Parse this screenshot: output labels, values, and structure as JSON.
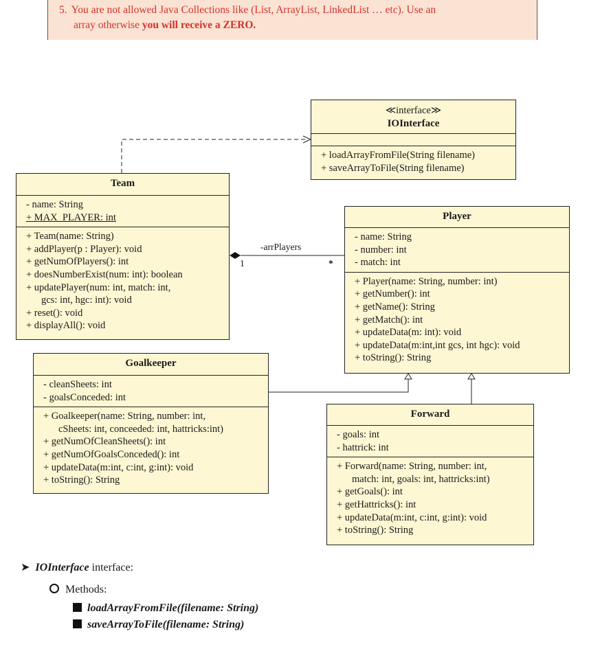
{
  "note": {
    "number": "5.",
    "line1": "You are not allowed Java Collections like (List, ArrayList, LinkedList … etc). Use an",
    "line2_plain": "array otherwise ",
    "line2_bold": "you will receive a ZERO."
  },
  "ioi": {
    "stereotype": "≪interface≫",
    "name": "IOInterface",
    "methods": [
      "+ loadArrayFromFile(String filename)",
      "+ saveArrayToFile(String filename)"
    ]
  },
  "team": {
    "name": "Team",
    "attrs": [
      "- name: String",
      "+ MAX_PLAYER: int"
    ],
    "methods": [
      "+ Team(name: String)",
      "+ addPlayer(p : Player): void",
      "+ getNumOfPlayers(): int",
      "+ doesNumberExist(num: int): boolean",
      "+ updatePlayer(num: int, match: int,",
      "gcs: int, hgc: int): void",
      "+ reset(): void",
      "+ displayAll(): void"
    ]
  },
  "player": {
    "name": "Player",
    "attrs": [
      "- name: String",
      "- number: int",
      "- match: int"
    ],
    "methods": [
      "+ Player(name: String, number: int)",
      "+ getNumber(): int",
      "+ getName(): String",
      "+ getMatch(): int",
      "+ updateData(m: int): void",
      "+ updateData(m:int,int gcs, int hgc): void",
      "+ toString(): String"
    ]
  },
  "goalkeeper": {
    "name": "Goalkeeper",
    "attrs": [
      "- cleanSheets: int",
      "- goalsConceded: int"
    ],
    "methods": [
      "+ Goalkeeper(name: String, number: int,",
      "cSheets: int, conceeded: int, hattricks:int)",
      "+ getNumOfCleanSheets(): int",
      "+ getNumOfGoalsConceded(): int",
      "+ updateData(m:int, c:int, g:int): void",
      "+ toString(): String"
    ]
  },
  "forward": {
    "name": "Forward",
    "attrs": [
      "- goals: int",
      "- hattrick: int"
    ],
    "methods": [
      "+ Forward(name: String, number: int,",
      "match: int, goals: int, hattricks:int)",
      "+ getGoals(): int",
      "+ getHattricks(): int",
      "+ updateData(m:int, c:int, g:int): void",
      "+ toString(): String"
    ]
  },
  "association": {
    "role": "-arrPlayers",
    "mult_team": "1",
    "mult_player": "*"
  },
  "bottom": {
    "arrow": "➤",
    "title_bold": "IOInterface",
    "title_rest": " interface:",
    "methods_label": "Methods:",
    "items": [
      "loadArrayFromFile(filename: String)",
      "saveArrayToFile(filename: String)"
    ]
  }
}
